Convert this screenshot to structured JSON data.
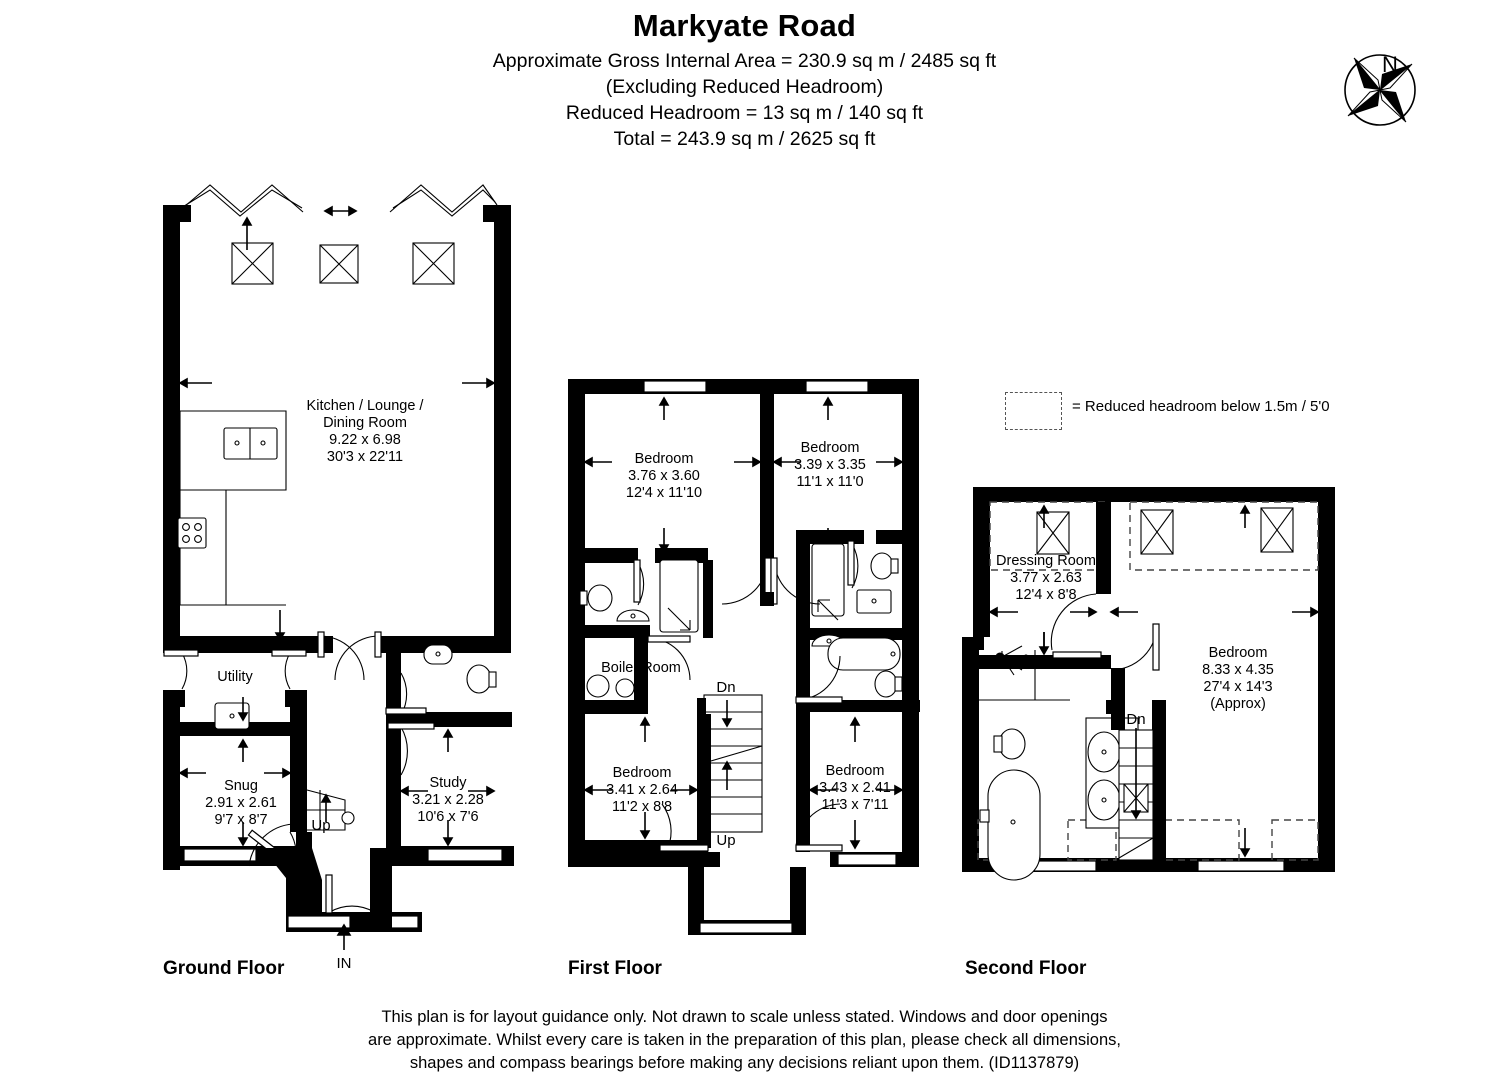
{
  "header": {
    "title": "Markyate Road",
    "line1": "Approximate Gross Internal Area = 230.9 sq m / 2485 sq ft",
    "line2": "(Excluding Reduced Headroom)",
    "line3": "Reduced Headroom = 13 sq m / 140 sq ft",
    "line4": "Total = 243.9 sq m / 2625 sq ft"
  },
  "compass": {
    "north_label": "N",
    "icon": "compass-rose-icon"
  },
  "legend": {
    "symbol": "dashed-rectangle-icon",
    "text": "= Reduced headroom below 1.5m / 5'0"
  },
  "floors": [
    {
      "id": "ground",
      "caption": "Ground Floor",
      "entrance_label": "IN",
      "stair_label": "Up",
      "rooms": [
        {
          "name": "Kitchen / Lounge /",
          "name2": "Dining Room",
          "metric": "9.22 x 6.98",
          "imperial": "30'3 x 22'11"
        },
        {
          "name": "Utility",
          "metric": "",
          "imperial": ""
        },
        {
          "name": "Snug",
          "metric": "2.91 x 2.61",
          "imperial": "9'7 x 8'7"
        },
        {
          "name": "Study",
          "metric": "3.21 x 2.28",
          "imperial": "10'6 x 7'6"
        }
      ]
    },
    {
      "id": "first",
      "caption": "First Floor",
      "stair_down_label": "Dn",
      "stair_up_label": "Up",
      "rooms": [
        {
          "name": "Bedroom",
          "metric": "3.76 x 3.60",
          "imperial": "12'4 x 11'10"
        },
        {
          "name": "Bedroom",
          "metric": "3.39 x 3.35",
          "imperial": "11'1 x 11'0"
        },
        {
          "name": "Boiler Room",
          "metric": "",
          "imperial": ""
        },
        {
          "name": "Bedroom",
          "metric": "3.41 x 2.64",
          "imperial": "11'2 x 8'8"
        },
        {
          "name": "Bedroom",
          "metric": "3.43 x 2.41",
          "imperial": "11'3 x 7'11"
        }
      ]
    },
    {
      "id": "second",
      "caption": "Second Floor",
      "stair_down_label": "Dn",
      "rooms": [
        {
          "name": "Dressing Room",
          "metric": "3.77 x 2.63",
          "imperial": "12'4 x 8'8"
        },
        {
          "name": "Bedroom",
          "metric": "8.33 x 4.35",
          "imperial": "27'4 x 14'3",
          "note": "(Approx)"
        }
      ]
    }
  ],
  "footer": {
    "line1": "This plan is for layout guidance only. Not drawn to scale unless stated. Windows and door openings",
    "line2": "are approximate. Whilst every care is taken in the preparation of this plan, please check all dimensions,",
    "line3": "shapes and compass bearings before making any decisions reliant upon them. (ID1137879)"
  }
}
